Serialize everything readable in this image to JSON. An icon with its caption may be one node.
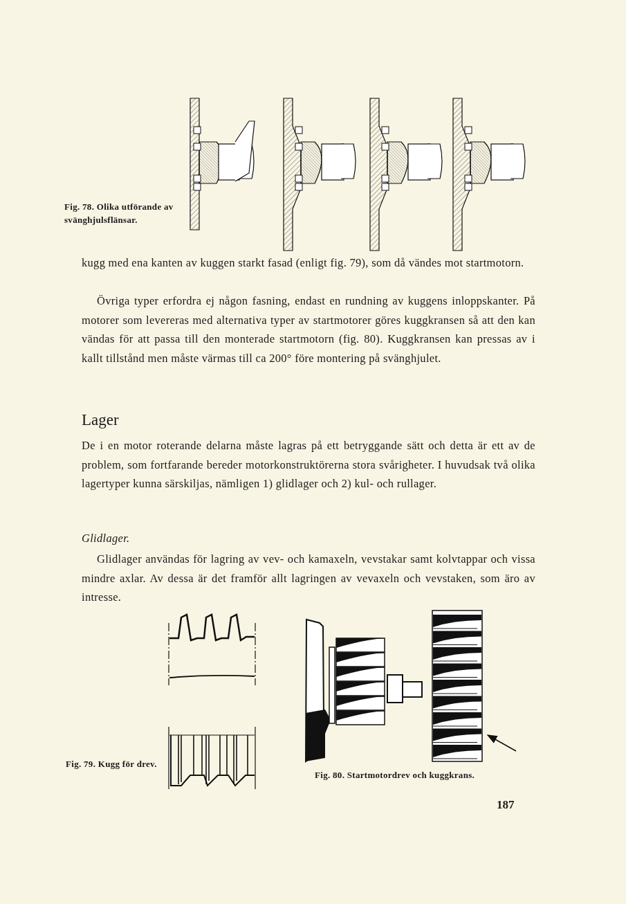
{
  "diagram": {
    "labels": [
      "Fig. 78. Olika utförande av svänghjulsflänsar.",
      "kugg med ena kanten av kuggen starkt fasad (enligt fig. 79), som då vändes mot startmotorn.",
      "Övriga typer erfordra ej någon fasning, endast en rundning av kuggens inloppskanter. På motorer som levereras med alternativa typer av startmotorer göres kuggkransen så att den kan vändas för att passa till den monterade startmotorn (fig. 80). Kuggkransen kan pressas av i kallt tillstånd men måste värmas till ca 200° före montering på svänghjulet.",
      "Lager",
      "De i en motor roterande delarna måste lagras på ett betryggande sätt och detta är ett av de problem, som fortfarande bereder motorkonstruktörerna stora svårigheter. I huvudsak två olika lagertyper kunna särskiljas, nämligen 1) glidlager och 2) kul- och rullager.",
      "Glidlager.",
      "Glidlager användas för lagring av vev- och kamaxeln, vevstakar samt kolvtappar och vissa mindre axlar. Av dessa är det framför allt lagringen av vevaxeln och vevstaken, som äro av intresse.",
      "Fig. 79. Kugg för drev.",
      "Fig. 80. Startmotordrev och kuggkrans.",
      "187"
    ]
  }
}
